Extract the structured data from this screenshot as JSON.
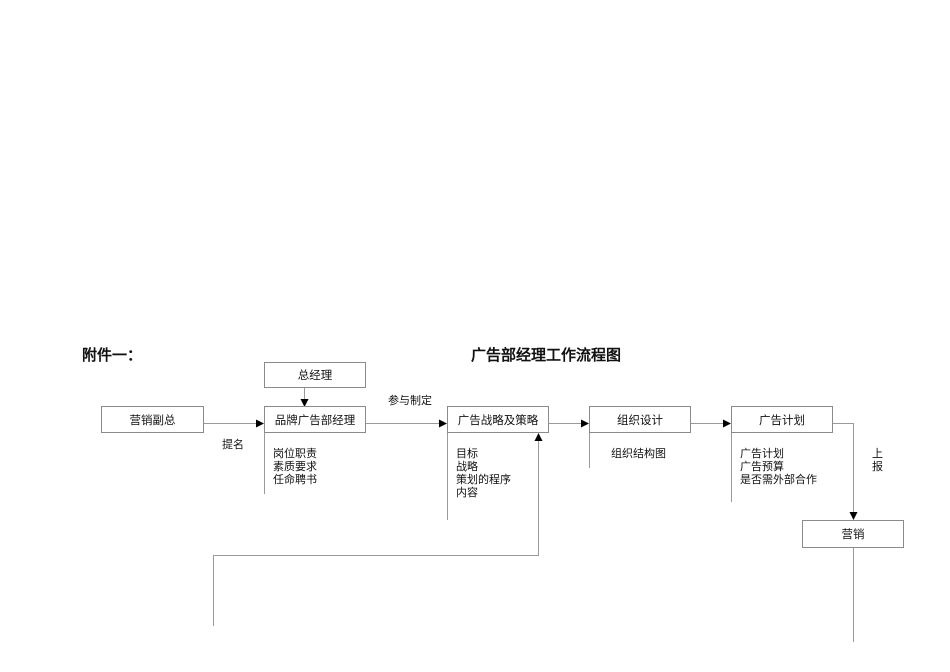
{
  "header": {
    "attachment": "附件一：",
    "title": "广告部经理工作流程图"
  },
  "nodes": {
    "gm": "总经理",
    "vp_marketing": "营销副总",
    "brand_manager": "品牌广告部经理",
    "strategy": "广告战略及策略",
    "org_design": "组织设计",
    "ad_plan": "广告计划",
    "marketing": "营销"
  },
  "edge_labels": {
    "nominate": "提名",
    "participate": "参与制定",
    "report_1": "上",
    "report_2": "报"
  },
  "notes": {
    "brand_manager": [
      "岗位职责",
      "素质要求",
      "任命聘书"
    ],
    "strategy": [
      "目标",
      "战略",
      "策划的程序",
      "内容"
    ],
    "org_design": [
      "组织结构图"
    ],
    "ad_plan": [
      "广告计划",
      "广告预算",
      "是否需外部合作"
    ]
  }
}
